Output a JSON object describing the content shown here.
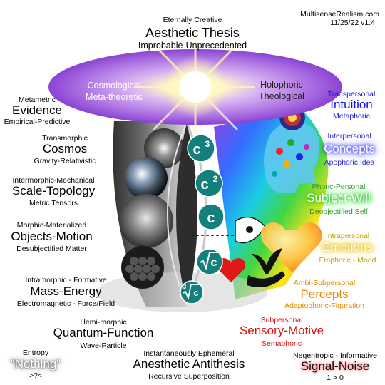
{
  "credit": {
    "site": "MultisenseRealism.com",
    "date": "11/25/22 v1.4"
  },
  "top": {
    "small": "Eternally Creative",
    "big": "Aesthetic Thesis",
    "sub": "Improbable-Unprecedented"
  },
  "ellipse": {
    "left1": "Cosmological",
    "left2": "Meta-theoretic",
    "right1": "Holophoric",
    "right2": "Theological"
  },
  "left": [
    {
      "small": "Metametric",
      "big": "Evidence",
      "sub": "Empirical-Predictive"
    },
    {
      "small": "Transmorphic",
      "big": "Cosmos",
      "sub": "Gravity-Relativistic"
    },
    {
      "small": "Intermorphic-Mechanical",
      "big": "Scale-Topology",
      "sub": "Metric Tensors"
    },
    {
      "small": "Morphic-Materialized",
      "big": "Objects-Motion",
      "sub": "Desubjectified Matter"
    },
    {
      "small": "Intramorphic - Formative",
      "big": "Mass-Energy",
      "sub": "Electromagnetic - Force/Field"
    },
    {
      "small": "Hemi-morphic",
      "big": "Quantum-Function",
      "sub": "Wave-Particle"
    }
  ],
  "right": [
    {
      "small": "Transpersonal",
      "big": "Intuition",
      "sub": "Metaphoric",
      "color": "#1010ee"
    },
    {
      "small": "Interpersonal",
      "big": "Concepts",
      "sub": "Apophoric Idea",
      "color": "#2d2dd6"
    },
    {
      "small": "Phoric-Personal",
      "big": "Subject-Will",
      "sub": "Deobjectified Self",
      "color": "#2a9d2a"
    },
    {
      "small": "Intrapersonal",
      "big": "Emotions",
      "sub": "Emphoric - Mood",
      "color": "#c9a000"
    },
    {
      "small": "Ambi-Subpersonal",
      "big": "Percepts",
      "sub": "Adaptophoric-Figuration",
      "color": "#e08a00"
    },
    {
      "small": "Subpersonal",
      "big": "Sensory-Motive",
      "sub": "Semaphoric",
      "color": "#e01010"
    }
  ],
  "bottom": {
    "entropy": {
      "small": "Entropy",
      "big": "\"Nothing\"",
      "sub": ">?<"
    },
    "center": {
      "small": "Instantaneously Ephemeral",
      "big": "Anesthetic Antithesis",
      "sub": "Recursive Superposition"
    },
    "negentropic": {
      "small": "Negentropic - Informative",
      "big": "Signal-Noise",
      "sub": "1 > 0"
    }
  },
  "column": {
    "labels": [
      "c",
      "c",
      "c",
      "c",
      "c"
    ],
    "exponents": [
      "3",
      "2"
    ]
  },
  "colors": {
    "ellipse": "#b070e8",
    "sun": "#fff8b0",
    "column": "#2d2d2d",
    "badge": "#14807c",
    "dark_text": "#000000"
  }
}
